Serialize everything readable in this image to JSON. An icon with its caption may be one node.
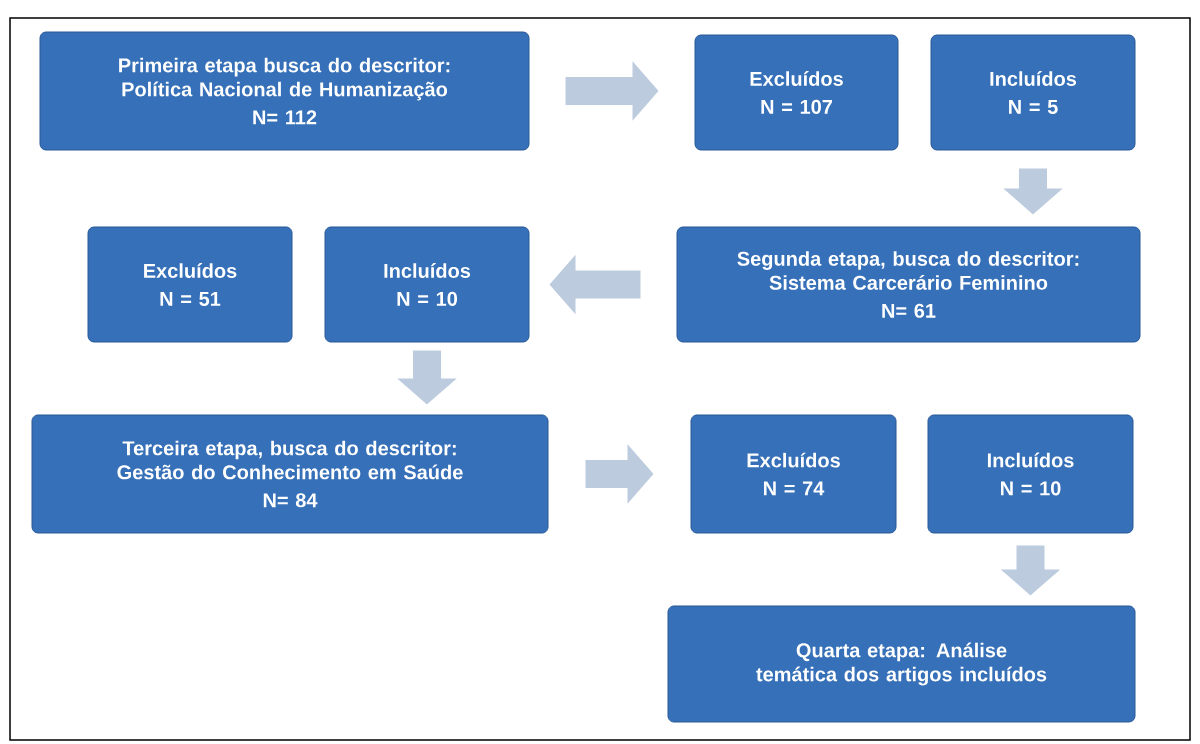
{
  "diagram": {
    "nodes": [
      {
        "text": [
          "Primeira etapa busca do descritor: Política Nacional de Humanização",
          "N= 112"
        ]
      },
      {
        "text": [
          "Excluídos",
          "N = 107"
        ]
      },
      {
        "text": [
          "Incluídos",
          "N = 5"
        ]
      },
      {
        "text": [
          "Segunda etapa, busca do descritor: Sistema Carcerário Feminino",
          "N= 61"
        ]
      },
      {
        "text": [
          "Excluídos",
          "N = 51"
        ]
      },
      {
        "text": [
          "Incluídos",
          "N = 10"
        ]
      },
      {
        "text": [
          "Terceira etapa, busca do descritor: Gestão do Conhecimento em Saúde",
          "N= 84"
        ]
      },
      {
        "text": [
          "Excluídos",
          "N = 74"
        ]
      },
      {
        "text": [
          "Incluídos",
          "N = 10"
        ]
      },
      {
        "text": [
          "Quarta etapa: Análise temática dos artigos incluídos"
        ]
      }
    ],
    "edges": [
      {
        "from": 0,
        "to": 1,
        "arrow": "to"
      },
      {
        "from": 2,
        "to": 3,
        "arrow": "to"
      },
      {
        "from": 3,
        "to": 5,
        "arrow": "to"
      },
      {
        "from": 5,
        "to": 6,
        "arrow": "to"
      },
      {
        "from": 6,
        "to": 7,
        "arrow": "to"
      },
      {
        "from": 8,
        "to": 9,
        "arrow": "to"
      }
    ]
  }
}
